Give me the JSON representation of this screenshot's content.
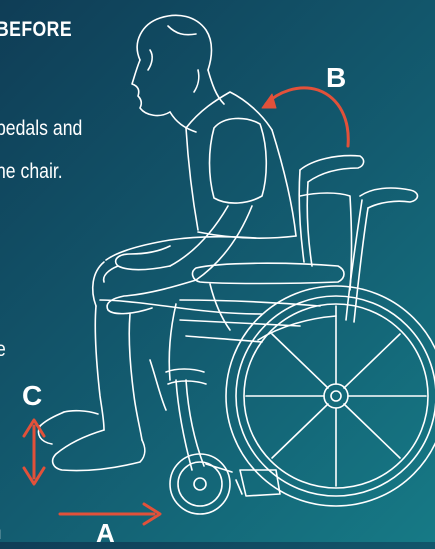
{
  "text": {
    "heading_fragment": "BEFORE",
    "line1_fragment": "pedals and",
    "line2_fragment": "he chair.",
    "line3_fragment": "e",
    "line4_fragment": "I"
  },
  "labels": {
    "a": "A",
    "b": "B",
    "c": "C"
  },
  "colors": {
    "background_start": "#0f3d56",
    "background_end": "#167a86",
    "line_art": "#ffffff",
    "arrow": "#e2513a"
  },
  "icons": {
    "figure": "seated-person-illustration",
    "chair": "wheelchair-illustration"
  }
}
